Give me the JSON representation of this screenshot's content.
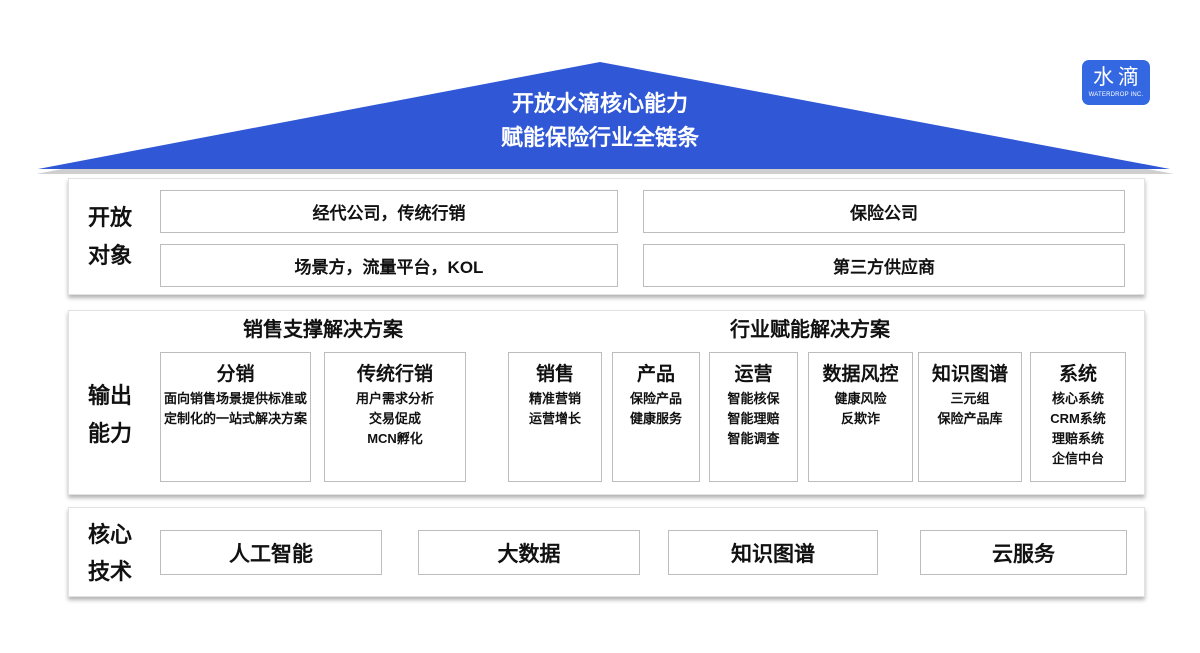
{
  "colors": {
    "roof": "#2f57d6",
    "roof_shadow": "#cfcfcf",
    "logo": "#3368e2"
  },
  "roof": {
    "line1": "开放水滴核心能力",
    "line2": "赋能保险行业全链条"
  },
  "logo": {
    "name": "水滴",
    "tagline": "WATERDROP INC."
  },
  "open_targets": {
    "label_line1": "开放",
    "label_line2": "对象",
    "items": [
      "经代公司，传统行销",
      "保险公司",
      "场景方，流量平台，KOL",
      "第三方供应商"
    ]
  },
  "output": {
    "label_line1": "输出",
    "label_line2": "能力",
    "sales_heading": "销售支撑解决方案",
    "industry_heading": "行业赋能解决方案",
    "sales_cards": [
      {
        "title": "分销",
        "lines": [
          "面向销售场景提供标准或",
          "定制化的一站式解决方案"
        ]
      },
      {
        "title": "传统行销",
        "lines": [
          "用户需求分析",
          "交易促成",
          "MCN孵化"
        ]
      }
    ],
    "industry_cards": [
      {
        "title": "销售",
        "lines": [
          "精准营销",
          "运营增长"
        ]
      },
      {
        "title": "产品",
        "lines": [
          "保险产品",
          "健康服务"
        ]
      },
      {
        "title": "运营",
        "lines": [
          "智能核保",
          "智能理赔",
          "智能调查"
        ]
      },
      {
        "title": "数据风控",
        "lines": [
          "健康风险",
          "反欺诈"
        ]
      },
      {
        "title": "知识图谱",
        "lines": [
          "三元组",
          "保险产品库"
        ]
      },
      {
        "title": "系统",
        "lines": [
          "核心系统",
          "CRM系统",
          "理赔系统",
          "企信中台"
        ]
      }
    ]
  },
  "core_tech": {
    "label_line1": "核心",
    "label_line2": "技术",
    "items": [
      "人工智能",
      "大数据",
      "知识图谱",
      "云服务"
    ]
  }
}
